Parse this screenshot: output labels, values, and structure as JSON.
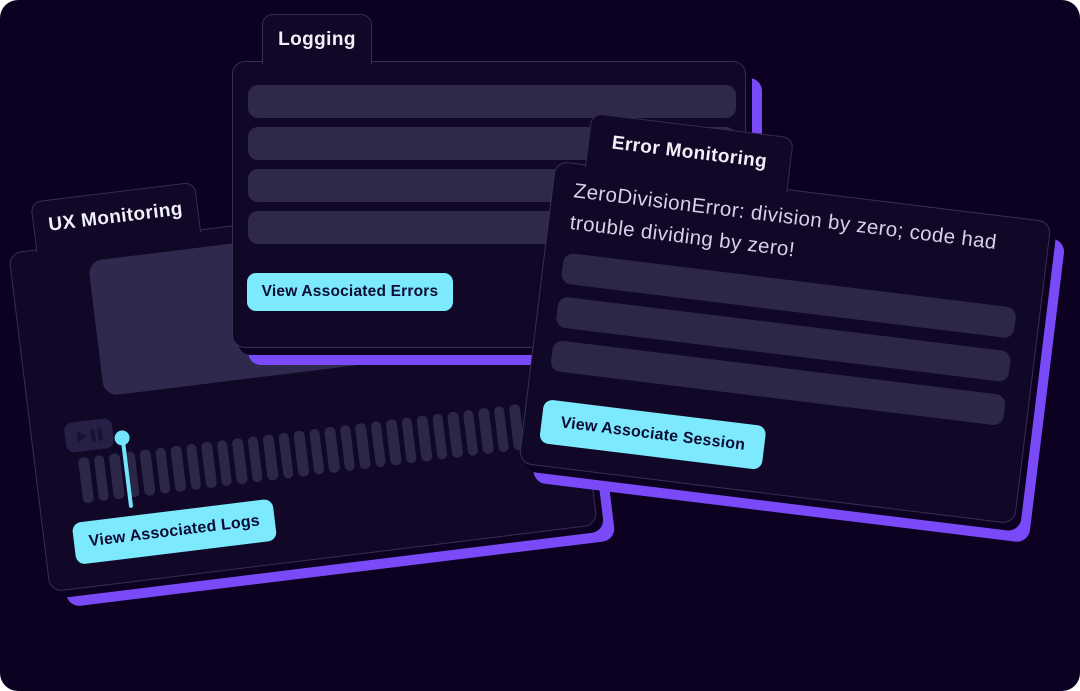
{
  "illustration": {
    "background_color": "#0C0120",
    "card_color": "#110727",
    "skeleton_row_color": "#2E2949",
    "accent_purple": "#7B4AF8",
    "accent_cyan": "#7DE9FD",
    "button_text_color": "#0D0C34",
    "icons": {
      "play": "play-icon",
      "pause": "pause-icon",
      "playhead": "timeline-playhead-pin"
    }
  },
  "cards": {
    "ux_monitoring": {
      "tab_label": "UX Monitoring",
      "player": {
        "timeline_bar_count": 29
      },
      "button_label": "View Associated Logs"
    },
    "logging": {
      "tab_label": "Logging",
      "skeleton_row_count": 4,
      "button_label": "View Associated Errors"
    },
    "error_monitoring": {
      "tab_label": "Error Monitoring",
      "message": "ZeroDivisionError: division by zero; code had trouble dividing by zero!",
      "skeleton_row_count": 3,
      "button_label": "View Associate Session"
    }
  }
}
